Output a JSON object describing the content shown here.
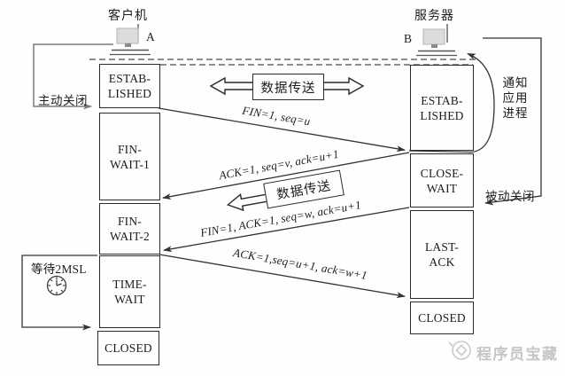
{
  "diagram": {
    "topic": "TCP connection release four-way handshake"
  },
  "actors": {
    "client": {
      "name": "客户机",
      "point_label": "A"
    },
    "server": {
      "name": "服务器",
      "point_label": "B"
    }
  },
  "client_states": [
    {
      "id": "established",
      "label": "ESTAB-\nLISHED"
    },
    {
      "id": "fin-wait-1",
      "label": "FIN-\nWAIT-1"
    },
    {
      "id": "fin-wait-2",
      "label": "FIN-\nWAIT-2"
    },
    {
      "id": "time-wait",
      "label": "TIME-\nWAIT"
    },
    {
      "id": "closed",
      "label": "CLOSED"
    }
  ],
  "server_states": [
    {
      "id": "established",
      "label": "ESTAB-\nLISHED"
    },
    {
      "id": "close-wait",
      "label": "CLOSE-\nWAIT"
    },
    {
      "id": "last-ack",
      "label": "LAST-\nACK"
    },
    {
      "id": "closed",
      "label": "CLOSED"
    }
  ],
  "messages": [
    {
      "label": "FIN=1, seq=u",
      "direction": "client-to-server"
    },
    {
      "label": "ACK=1, seq=v, ack=u+1",
      "direction": "server-to-client"
    },
    {
      "label": "FIN=1, ACK=1, seq=w, ack=u+1",
      "direction": "server-to-client"
    },
    {
      "label": "ACK=1,seq=u+1, ack=w+1",
      "direction": "client-to-server"
    }
  ],
  "annotations": {
    "active_close": "主动关闭",
    "notify_app": "通知\n应用\n进程",
    "passive_close": "被动关闭",
    "wait_2msl": "等待2MSL",
    "data_transfer_top": "数据传送",
    "data_transfer_mid": "数据传送"
  },
  "watermark": {
    "text": "程序员宝藏"
  },
  "colors": {
    "line": "#333333",
    "gray_line": "#7a7a7a",
    "box_border": "#2a2a2a",
    "icon_fill": "#d9d9d9",
    "watermark": "#c6c6c6",
    "background": "#fefefe"
  }
}
